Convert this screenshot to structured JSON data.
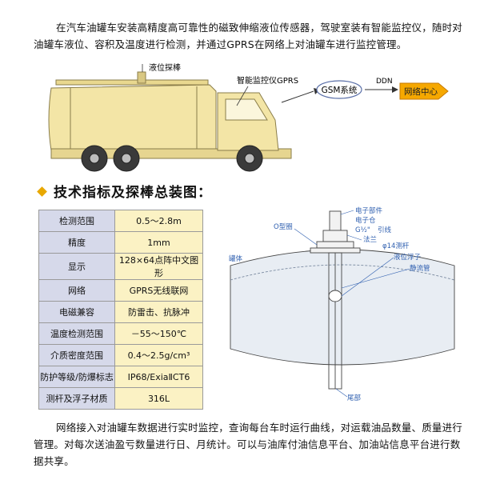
{
  "intro_text": "在汽车油罐车安装高精度高可靠性的磁致伸缩液位传感器，驾驶室装有智能监控仪，随时对油罐车液位、容积及温度进行检测，并通过GPRS在网络上对油罐车进行监控管理。",
  "truck_diagram": {
    "probe_label": "液位探棒",
    "monitor_label": "智能监控仪GPRS",
    "gsm_label": "GSM系统",
    "ddn_label": "DDN",
    "network_label": "网络中心"
  },
  "section_title": "技术指标及探棒总装图：",
  "spec_table": [
    {
      "key": "检测范围",
      "value": "0.5～2.8m"
    },
    {
      "key": "精度",
      "value": "1mm"
    },
    {
      "key": "显示",
      "value": "128×64点阵中文图形"
    },
    {
      "key": "网络",
      "value": "GPRS无线联网"
    },
    {
      "key": "电磁兼容",
      "value": "防雷击、抗脉冲"
    },
    {
      "key": "温度检测范围",
      "value": "－55～150℃"
    },
    {
      "key": "介质密度范围",
      "value": "0.4～2.5g/cm³"
    },
    {
      "key": "防护等级/防爆标志",
      "value": "IP68/ExiaⅡCT6"
    },
    {
      "key": "测杆及浮子材质",
      "value": "316L"
    }
  ],
  "probe_diagram": {
    "label_electronic_part": "电子部件",
    "label_electronic_box": "电子仓",
    "label_g": "G½\"",
    "label_lead": "引线",
    "label_flange": "法兰",
    "label_rod": "φ14测杆",
    "label_o_ring": "O型圈",
    "label_float": "液位浮子",
    "label_tank": "罐体",
    "label_still_tube": "静流管",
    "label_tail": "尾部"
  },
  "outro_text": "网络接入对油罐车数据进行实时监控，查询每台车时运行曲线，对运载油品数量、质量进行管理。对每次送油盈亏数量进行日、月统计。可以与油库付油信息平台、加油站信息平台进行数据共享。",
  "colors": {
    "truck_fill": "#f3e5a6",
    "truck_stroke": "#8a7d4a",
    "network_fill": "#f6a800",
    "gsm_stroke": "#5a6fa8",
    "table_key_bg": "#d6d9ea",
    "table_value_bg": "#fbf2c4",
    "accent_diamond": "#e8a800"
  }
}
